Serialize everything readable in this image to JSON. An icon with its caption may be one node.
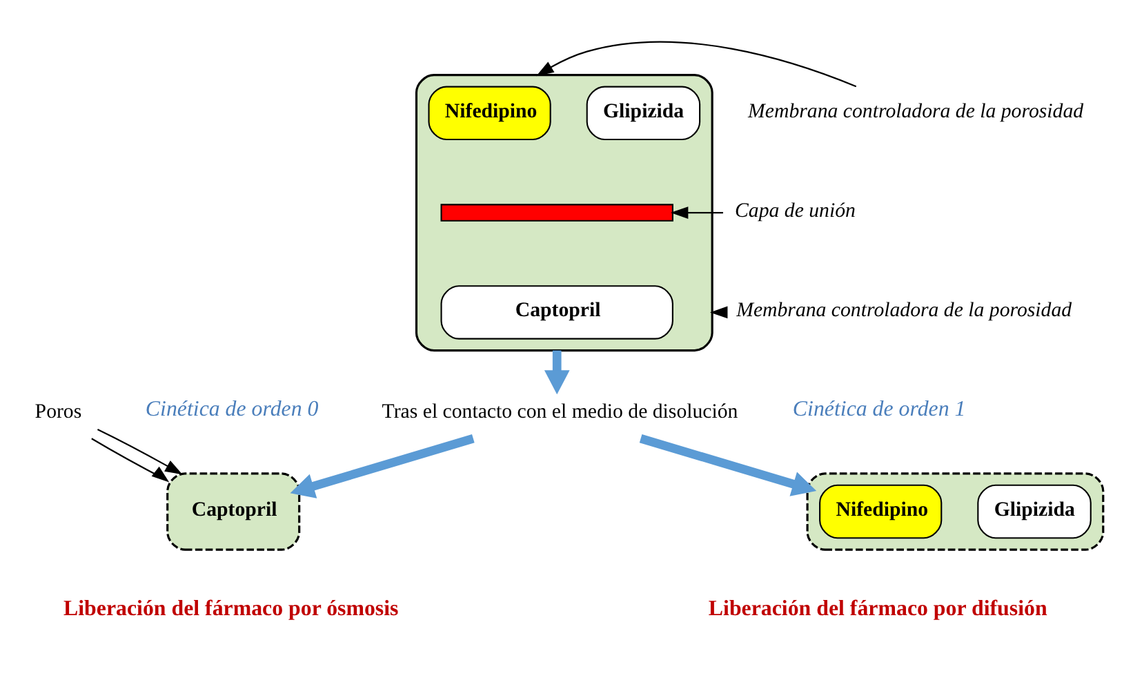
{
  "diagram": {
    "nodes": [
      {
        "text": [],
        "shape": "box"
      },
      {
        "text": [
          "Nifedipino"
        ],
        "in": 0
      },
      {
        "text": [
          "Glipizida"
        ],
        "in": 0
      },
      {
        "text": [],
        "shape": "bar",
        "in": 0
      },
      {
        "text": [
          "Captopril"
        ],
        "in": 0
      },
      {
        "text": [
          "Membrana controladora de la porosidad"
        ]
      },
      {
        "text": [
          "Capa de unión"
        ]
      },
      {
        "text": [
          "Membrana controladora de la porosidad"
        ]
      },
      {
        "text": [
          "Tras el contacto con el medio de disolución"
        ]
      },
      {
        "text": [],
        "shape": "box",
        "beside": [
          "Cinética de orden 0",
          "Liberación del fármaco por ósmosis"
        ]
      },
      {
        "text": [
          "Captopril"
        ],
        "in": 9
      },
      {
        "text": [
          "Poros"
        ]
      },
      {
        "text": [],
        "shape": "box",
        "beside": [
          "Cinética de orden 1",
          "Liberación del fármaco por difusión"
        ]
      },
      {
        "text": [
          "Nifedipino"
        ],
        "in": 12
      },
      {
        "text": [
          "Glipizida"
        ],
        "in": 12
      }
    ],
    "edges": [
      {
        "from": 5,
        "to": 0,
        "arrow": "to"
      },
      {
        "from": 6,
        "to": 3,
        "arrow": "to"
      },
      {
        "from": 7,
        "to": 0,
        "arrow": "to"
      },
      {
        "from": 0,
        "to": 8,
        "arrow": "to",
        "style": "thick",
        "color": "#5b9bd5"
      },
      {
        "from": 8,
        "to": 9,
        "arrow": "to",
        "style": "thick",
        "color": "#5b9bd5"
      },
      {
        "from": 8,
        "to": 12,
        "arrow": "to",
        "style": "thick",
        "color": "#5b9bd5"
      },
      {
        "from": 11,
        "to": 9,
        "arrow": "to"
      },
      {
        "from": 11,
        "to": 9,
        "arrow": "to"
      }
    ]
  }
}
